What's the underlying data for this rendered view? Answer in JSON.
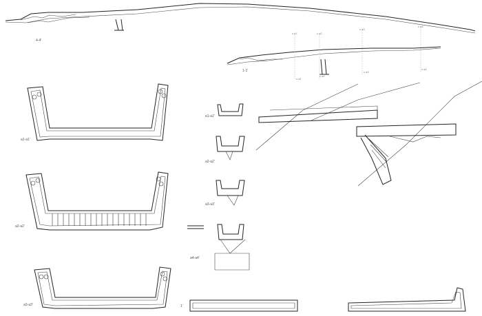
{
  "sections": {
    "s44": "4-4'",
    "s11": "1-1'",
    "a1": "a1-a1'",
    "a2": "a2-a2'",
    "a3": "a3-a3'",
    "small_a1": "a1-a1'",
    "small_a2": "a2-a2'",
    "small_a3": "a3-a3'",
    "small_a4": "a4-a4'",
    "s1prime": "1'"
  },
  "markers": {
    "m_a1_top": "c a1",
    "m_a2_top": "c a2",
    "m_a3_top": "c a3",
    "m_a4_top": "c a4",
    "m_a1_bot": "c a1",
    "m_a2_bot": "c a2",
    "m_a3_bot": "c a3",
    "m_a4_bot": "c a4"
  }
}
